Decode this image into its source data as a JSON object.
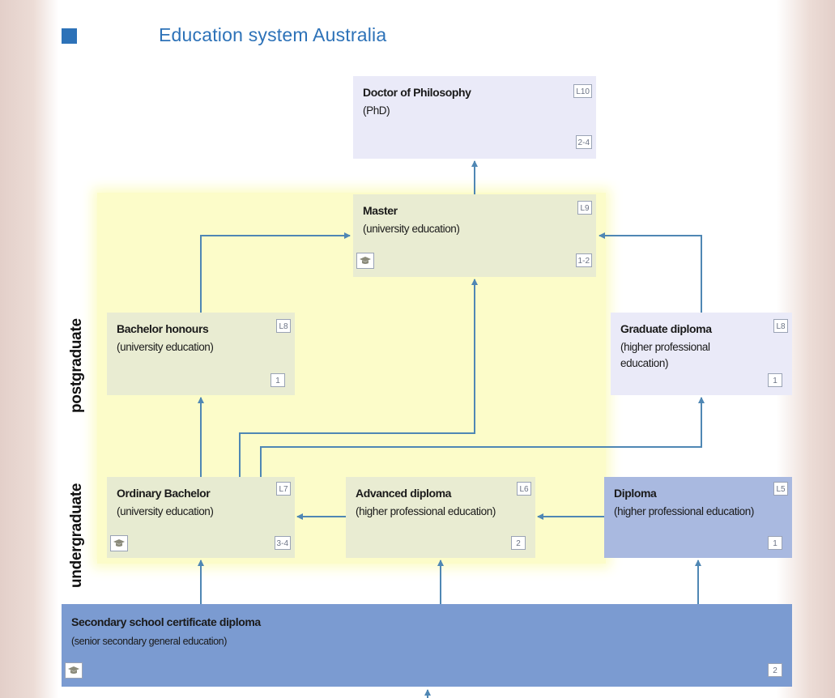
{
  "title": "Education system Australia",
  "colors": {
    "accent": "#2d72b8",
    "arrow": "#4f87b4",
    "yellow_zone": "#fcfcc9",
    "lavender_box": "#eaeaf8",
    "sage_box": "#e9ecd2",
    "diploma_box": "#a9b9e0",
    "secondary_box": "#7b9bd1"
  },
  "side_labels": {
    "postgraduate": "postgraduate",
    "undergraduate": "undergraduate"
  },
  "boxes": {
    "phd": {
      "name": "Doctor of Philosophy",
      "sub": "(PhD)",
      "level": "L10",
      "years": "2-4"
    },
    "master": {
      "name": "Master",
      "sub": "(university education)",
      "level": "L9",
      "years": "1-2",
      "icon": "graduation-cap-icon"
    },
    "bachelor_honours": {
      "name": "Bachelor honours",
      "sub": "(university education)",
      "level": "L8",
      "years": "1"
    },
    "graduate_diploma": {
      "name": "Graduate diploma",
      "sub_line1": "(higher professional",
      "sub_line2": "education)",
      "level": "L8",
      "years": "1"
    },
    "ordinary_bachelor": {
      "name": "Ordinary Bachelor",
      "sub": "(university education)",
      "level": "L7",
      "years": "3-4",
      "icon": "graduation-cap-icon"
    },
    "advanced_diploma": {
      "name": "Advanced diploma",
      "sub": "(higher professional education)",
      "level": "L6",
      "years": "2"
    },
    "diploma": {
      "name": "Diploma",
      "sub": "(higher professional education)",
      "level": "L5",
      "years": "1"
    },
    "secondary": {
      "name": "Secondary school certificate diploma",
      "sub": "(senior secondary general education)",
      "years": "2",
      "icon": "graduation-cap-icon"
    }
  },
  "connections": [
    {
      "from": "master",
      "to": "phd"
    },
    {
      "from": "bachelor_honours",
      "to": "master"
    },
    {
      "from": "graduate_diploma",
      "to": "master"
    },
    {
      "from": "ordinary_bachelor",
      "to": "bachelor_honours"
    },
    {
      "from": "ordinary_bachelor",
      "to": "master"
    },
    {
      "from": "ordinary_bachelor",
      "to": "graduate_diploma"
    },
    {
      "from": "advanced_diploma",
      "to": "ordinary_bachelor"
    },
    {
      "from": "diploma",
      "to": "advanced_diploma"
    },
    {
      "from": "secondary",
      "to": "ordinary_bachelor"
    },
    {
      "from": "secondary",
      "to": "advanced_diploma"
    },
    {
      "from": "secondary",
      "to": "diploma"
    }
  ]
}
